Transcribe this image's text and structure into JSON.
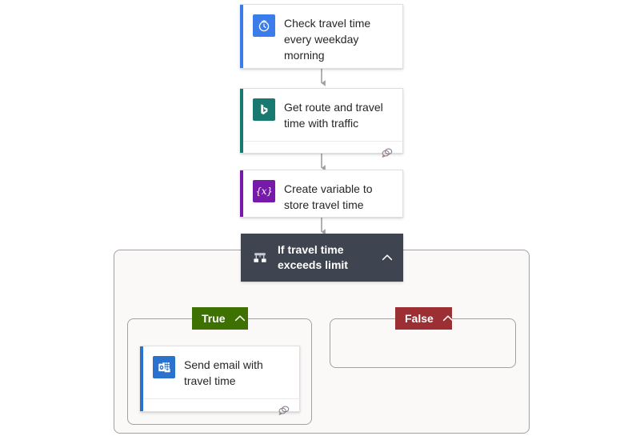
{
  "canvas": {
    "background": "#ffffff",
    "scope_background": "#faf9f8",
    "scope_border": "#a2a0a0",
    "connector_color": "#a19f9d"
  },
  "flow": {
    "nodes": [
      {
        "id": "trigger-recurrence",
        "title": "Check travel time every weekday morning",
        "icon": "recurrence-clock-icon",
        "accent_color": "#3a7dea",
        "icon_background": "#3a7dea",
        "has_footer": false
      },
      {
        "id": "action-bing-maps",
        "title": "Get route and travel time with traffic",
        "icon": "bing-maps-icon",
        "accent_color": "#17796f",
        "icon_background": "#17796f",
        "has_footer": true,
        "footer_icon": "comment-icon"
      },
      {
        "id": "action-initialize-variable",
        "title": "Create variable to store travel time",
        "icon": "variable-braces-icon",
        "icon_glyph": "{x}",
        "accent_color": "#7719aa",
        "icon_background": "#7719aa",
        "has_footer": false
      }
    ],
    "condition": {
      "id": "condition-if-travel-time",
      "title": "If travel time exceeds limit",
      "icon": "condition-branch-icon",
      "collapse_icon": "chevron-up-icon",
      "header_background": "#3f4550",
      "header_text_color": "#ffffff"
    },
    "branches": [
      {
        "id": "branch-true",
        "label": "True",
        "badge_color": "#3d7203",
        "collapse_icon": "chevron-up-icon",
        "empty": false,
        "nodes": [
          {
            "id": "action-send-email",
            "title": "Send email with travel time",
            "icon": "outlook-icon",
            "accent_color": "#2a72cd",
            "icon_background": "#2a72cd",
            "has_footer": true,
            "footer_icon": "comment-icon"
          }
        ]
      },
      {
        "id": "branch-false",
        "label": "False",
        "badge_color": "#9b2f33",
        "collapse_icon": "chevron-up-icon",
        "empty": true,
        "nodes": []
      }
    ]
  }
}
